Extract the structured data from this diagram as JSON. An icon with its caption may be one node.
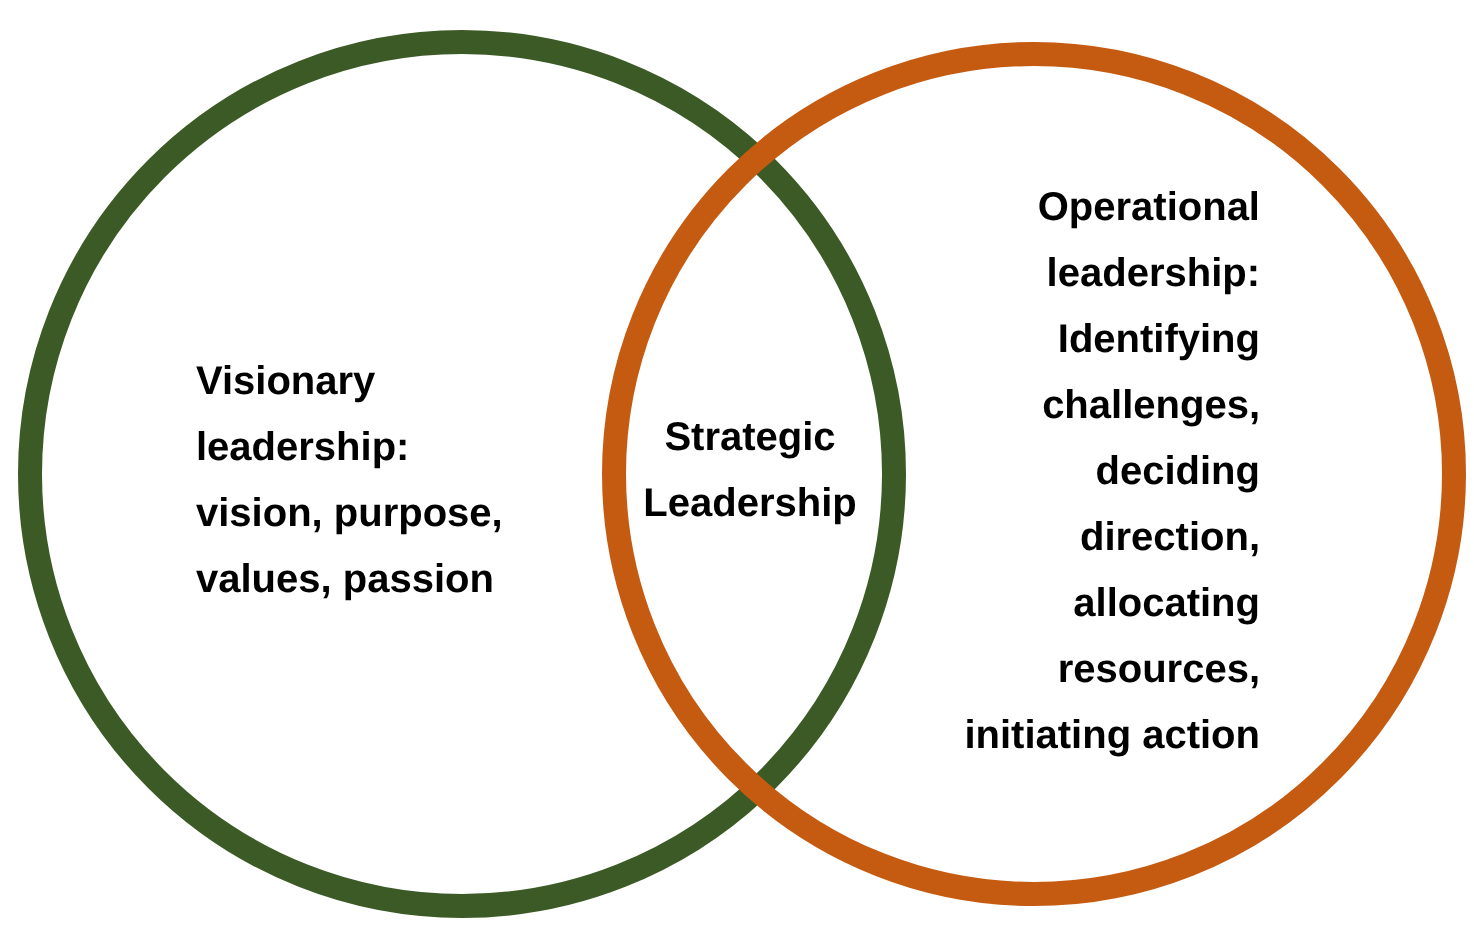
{
  "diagram": {
    "nodes": [
      {
        "text": [
          "Visionary leadership: vision, purpose, values, passion"
        ]
      },
      {
        "text": [
          "Operational leadership: Identifying challenges, deciding direction, allocating resources, initiating action"
        ]
      }
    ],
    "edges": [],
    "labels": [
      "Strategic Leadership"
    ]
  }
}
